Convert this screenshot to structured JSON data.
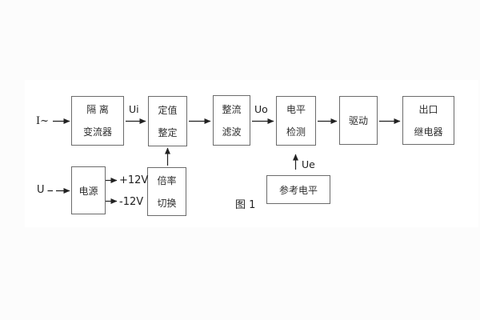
{
  "figure": {
    "caption": "图 1"
  },
  "blocks": [
    {
      "line1": "隔 离",
      "line2": "变流器"
    },
    {
      "line1": "定值",
      "line2": "整定"
    },
    {
      "line1": "整流",
      "line2": "滤波"
    },
    {
      "line1": "电平",
      "line2": "检测"
    },
    {
      "line1": "驱动"
    },
    {
      "line1": "出口",
      "line2": "继电器"
    },
    {
      "line1": "电源"
    },
    {
      "line1": "倍率",
      "line2": "切换"
    },
    {
      "line1": "参考电平"
    }
  ],
  "labels": {
    "input_current": "I~",
    "input_voltage": "U",
    "ui": "Ui",
    "uo": "Uo",
    "ue": "Ue",
    "plus_12v": "+12V",
    "minus_12v": "-12V"
  },
  "colors": {
    "background": "#fcfcfc",
    "panel": "#ffffff",
    "box_border": "#6b6b6b",
    "line": "#222222",
    "text": "#2e2e2e"
  }
}
